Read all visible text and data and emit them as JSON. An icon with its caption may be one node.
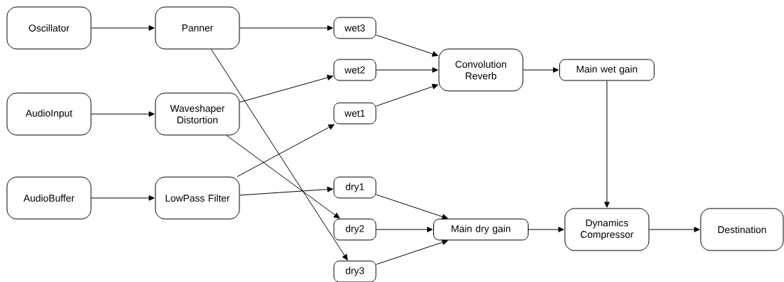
{
  "diagram": {
    "nodes": [
      {
        "text": [
          "Oscillator"
        ]
      },
      {
        "text": [
          "Panner"
        ]
      },
      {
        "text": [
          "AudioInput"
        ]
      },
      {
        "text": [
          "Waveshaper Distortion"
        ]
      },
      {
        "text": [
          "AudioBuffer"
        ]
      },
      {
        "text": [
          "LowPass Filter"
        ]
      },
      {
        "text": [
          "wet3"
        ]
      },
      {
        "text": [
          "wet2"
        ]
      },
      {
        "text": [
          "wet1"
        ]
      },
      {
        "text": [
          "Convolution Reverb"
        ]
      },
      {
        "text": [
          "Main wet gain"
        ]
      },
      {
        "text": [
          "dry1"
        ]
      },
      {
        "text": [
          "dry2"
        ]
      },
      {
        "text": [
          "dry3"
        ]
      },
      {
        "text": [
          "Main dry gain"
        ]
      },
      {
        "text": [
          "Dynamics Compressor"
        ]
      },
      {
        "text": [
          "Destination"
        ]
      }
    ],
    "edges": [
      {
        "from": 0,
        "to": 1,
        "arrow": "to"
      },
      {
        "from": 1,
        "to": 6,
        "arrow": "to"
      },
      {
        "from": 1,
        "to": 13,
        "arrow": "to"
      },
      {
        "from": 2,
        "to": 3,
        "arrow": "to"
      },
      {
        "from": 3,
        "to": 7,
        "arrow": "to"
      },
      {
        "from": 3,
        "to": 12,
        "arrow": "to"
      },
      {
        "from": 4,
        "to": 5,
        "arrow": "to"
      },
      {
        "from": 5,
        "to": 8,
        "arrow": "to"
      },
      {
        "from": 5,
        "to": 11,
        "arrow": "to"
      },
      {
        "from": 6,
        "to": 9,
        "arrow": "to"
      },
      {
        "from": 7,
        "to": 9,
        "arrow": "to"
      },
      {
        "from": 8,
        "to": 9,
        "arrow": "to"
      },
      {
        "from": 9,
        "to": 10,
        "arrow": "to"
      },
      {
        "from": 10,
        "to": 15,
        "arrow": "to"
      },
      {
        "from": 11,
        "to": 14,
        "arrow": "to"
      },
      {
        "from": 12,
        "to": 14,
        "arrow": "to"
      },
      {
        "from": 13,
        "to": 14,
        "arrow": "to"
      },
      {
        "from": 14,
        "to": 15,
        "arrow": "to"
      },
      {
        "from": 15,
        "to": 16,
        "arrow": "to"
      }
    ]
  }
}
